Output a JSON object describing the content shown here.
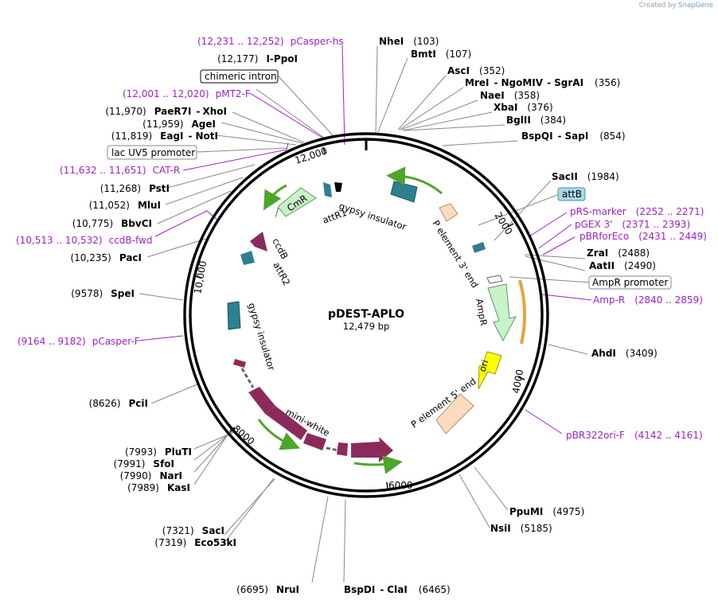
{
  "credit": {
    "prefix": "Created by",
    "brand": "SnapGene"
  },
  "plasmid": {
    "name": "pDEST-APLO",
    "size": "12,479 bp"
  },
  "ticks": [
    "2000",
    "4000",
    "6000",
    "8000",
    "10,000",
    "12,000"
  ],
  "sites": {
    "nhei": {
      "name": "NheI",
      "pos": "(103)"
    },
    "bmti": {
      "name": "BmtI",
      "pos": "(107)"
    },
    "asci": {
      "name": "AscI",
      "pos": "(352)"
    },
    "mrei": {
      "name": "MreI",
      "sep1": "-",
      "name2": "NgoMIV",
      "sep2": "-",
      "name3": "SgrAI",
      "pos": "(356)"
    },
    "naei": {
      "name": "NaeI",
      "pos": "(358)"
    },
    "xbai": {
      "name": "XbaI",
      "pos": "(376)"
    },
    "bglii": {
      "name": "BglII",
      "pos": "(384)"
    },
    "bspqi": {
      "name": "BspQI",
      "sep": "-",
      "name2": "SapI",
      "pos": "(854)"
    },
    "sacii": {
      "name": "SacII",
      "pos": "(1984)"
    },
    "zrai": {
      "name": "ZraI",
      "pos": "(2488)"
    },
    "aatii": {
      "name": "AatII",
      "pos": "(2490)"
    },
    "ahdi": {
      "name": "AhdI",
      "pos": "(3409)"
    },
    "ppumi": {
      "name": "PpuMI",
      "pos": "(4975)"
    },
    "nsii": {
      "name": "NsiI",
      "pos": "(5185)"
    },
    "bspdi": {
      "name": "BspDI",
      "sep": "-",
      "name2": "ClaI",
      "pos": "(6465)"
    },
    "nrui": {
      "name": "NruI",
      "pos": "(6695)"
    },
    "saci": {
      "name": "SacI",
      "pos": "(7321)"
    },
    "eco53ki": {
      "name": "Eco53kI",
      "pos": "(7319)"
    },
    "pluti": {
      "name": "PluTI",
      "pos": "(7993)"
    },
    "sfoi": {
      "name": "SfoI",
      "pos": "(7991)"
    },
    "nari": {
      "name": "NarI",
      "pos": "(7990)"
    },
    "kasi": {
      "name": "KasI",
      "pos": "(7989)"
    },
    "pcii": {
      "name": "PciI",
      "pos": "(8626)"
    },
    "spei": {
      "name": "SpeI",
      "pos": "(9578)"
    },
    "paci": {
      "name": "PacI",
      "pos": "(10,235)"
    },
    "bbvci": {
      "name": "BbvCI",
      "pos": "(10,775)"
    },
    "mlui": {
      "name": "MluI",
      "pos": "(11,052)"
    },
    "psti": {
      "name": "PstI",
      "pos": "(11,268)"
    },
    "eagi": {
      "name": "EagI",
      "sep": "-",
      "name2": "NotI",
      "pos": "(11,819)"
    },
    "agei": {
      "name": "AgeI",
      "pos": "(11,959)"
    },
    "paer7i": {
      "name": "PaeR7I",
      "sep": "-",
      "name2": "XhoI",
      "pos": "(11,970)"
    },
    "ippoi": {
      "name": "I-PpoI",
      "pos": "(12,177)"
    }
  },
  "primers": {
    "pcasper_hs": {
      "name": "pCasper-hs",
      "range": "(12,231 .. 12,252)"
    },
    "pmt2_f": {
      "name": "pMT2-F",
      "range": "(12,001 .. 12,020)"
    },
    "cat_r": {
      "name": "CAT-R",
      "range": "(11,632 .. 11,651)"
    },
    "ccdb_fwd": {
      "name": "ccdB-fwd",
      "range": "(10,513 .. 10,532)"
    },
    "pcasper_f": {
      "name": "pCasper-F",
      "range": "(9164 .. 9182)"
    },
    "prs_marker": {
      "name": "pRS-marker",
      "range": "(2252 .. 2271)"
    },
    "pgex3": {
      "name": "pGEX 3'",
      "range": "(2371 .. 2393)"
    },
    "pbrforeco": {
      "name": "pBRforEco",
      "range": "(2431 .. 2449)"
    },
    "amp_r": {
      "name": "Amp-R",
      "range": "(2840 .. 2859)"
    },
    "pbr322ori_f": {
      "name": "pBR322ori-F",
      "range": "(4142 .. 4161)"
    }
  },
  "boxed": {
    "chimeric_intron": "chimeric intron",
    "lac_uv5": "lac UV5 promoter",
    "attb": "attB",
    "ampr_promoter": "AmpR promoter"
  },
  "features": {
    "gypsy_top": "gypsy insulator",
    "gypsy_left": "gypsy insulator",
    "cmr": "CmR",
    "attr1": "attR1",
    "ccdb": "ccdB",
    "attr2": "attR2",
    "p3": "P element 3' end",
    "ampr": "AmpR",
    "ori": "ori",
    "p5": "P element 5' end",
    "miniwhite": "mini-white"
  },
  "colors": {
    "primer": "#a020c8",
    "gypsy": "#2e7f8f",
    "miniwhite": "#8c2b5b",
    "p_element": "#fbdcc0",
    "ampr": "#c8f2c8",
    "ori": "#ffff00",
    "attb_box": "#a8d8e8",
    "orf_arrow": "#66cc33",
    "ampr_orf": "#e8a33a"
  }
}
